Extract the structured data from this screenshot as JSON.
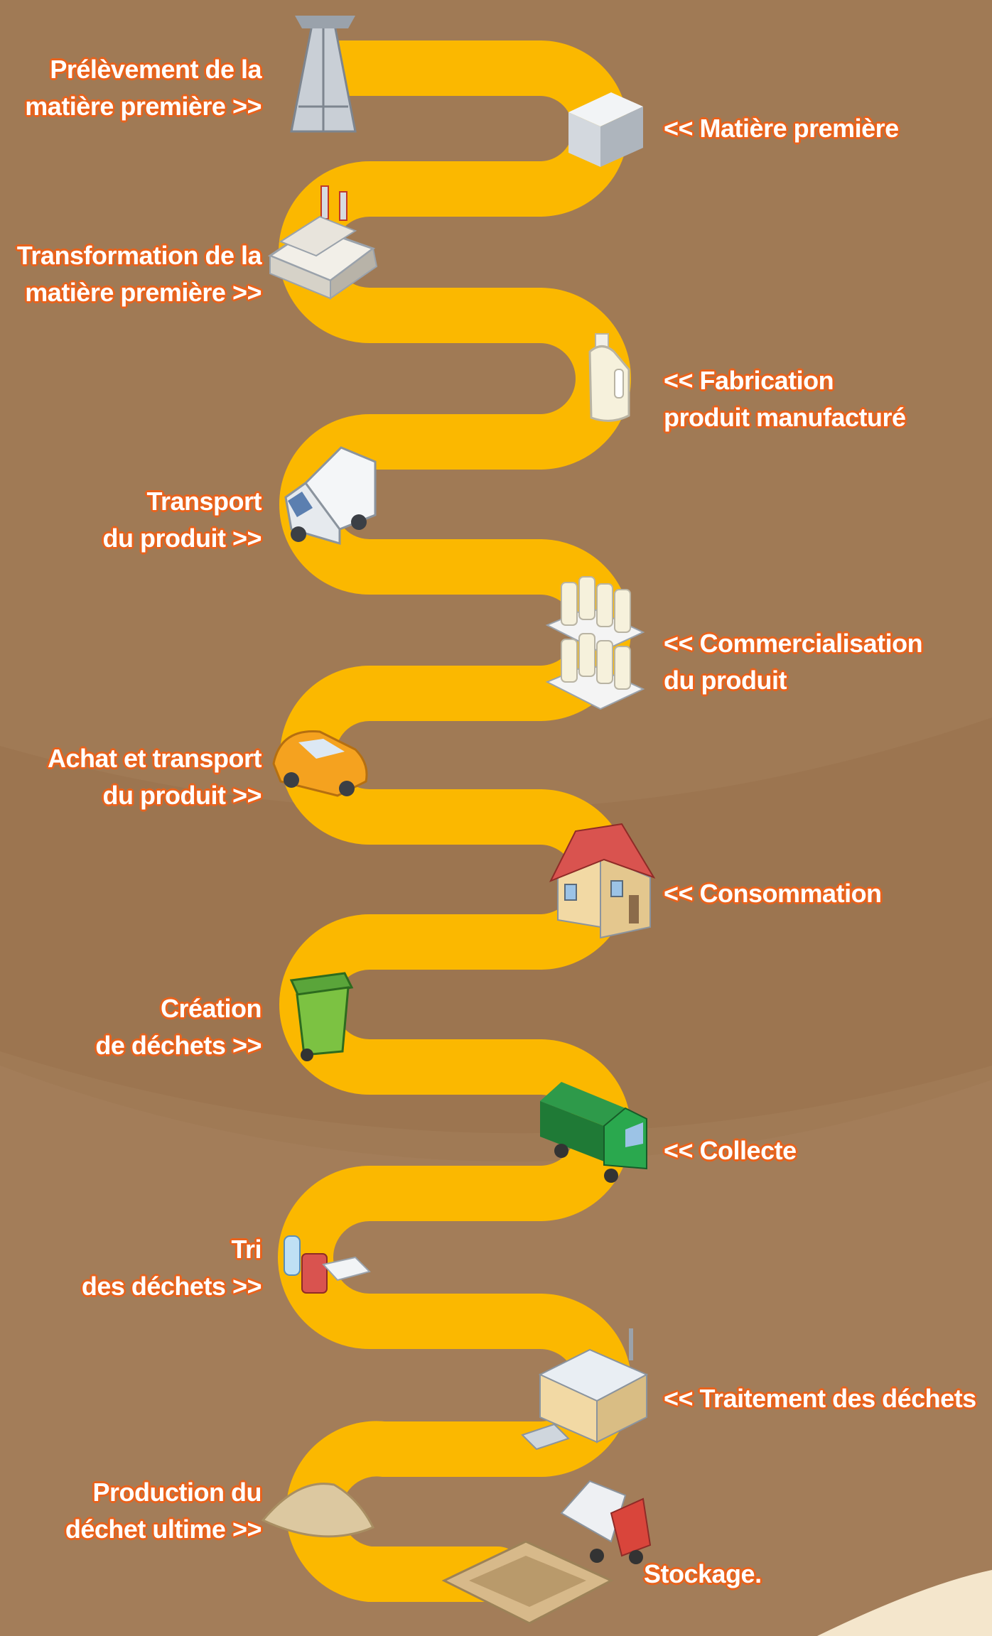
{
  "steps": [
    {
      "line1": "Prélèvement de la",
      "line2": "matière première >>",
      "icon": "oil-derrick-icon"
    },
    {
      "line1": "<< Matière première",
      "line2": "",
      "icon": "raw-material-cube-icon"
    },
    {
      "line1": "Transformation de la",
      "line2": "matière première >>",
      "icon": "factory-icon"
    },
    {
      "line1": "<< Fabrication",
      "line2": "produit manufacturé",
      "icon": "detergent-bottle-icon"
    },
    {
      "line1": "Transport",
      "line2": "du produit >>",
      "icon": "delivery-truck-icon"
    },
    {
      "line1": "<< Commercialisation",
      "line2": "du produit",
      "icon": "product-shelf-icon"
    },
    {
      "line1": "Achat et transport",
      "line2": "du produit >>",
      "icon": "car-icon"
    },
    {
      "line1": "<< Consommation",
      "line2": "",
      "icon": "house-icon"
    },
    {
      "line1": "Création",
      "line2": "de déchets >>",
      "icon": "wheelie-bin-icon"
    },
    {
      "line1": "<< Collecte",
      "line2": "",
      "icon": "garbage-truck-icon"
    },
    {
      "line1": "Tri",
      "line2": "des déchets >>",
      "icon": "sorted-waste-icon"
    },
    {
      "line1": "<< Traitement des déchets",
      "line2": "",
      "icon": "treatment-plant-icon"
    },
    {
      "line1": "Production du",
      "line2": "déchet ultime >>",
      "icon": "residue-pile-icon"
    },
    {
      "line1": "Stockage.",
      "line2": "",
      "icon": "landfill-dump-truck-icon"
    }
  ],
  "colors": {
    "background": "#a07a55",
    "path": "#fbb800",
    "label_outline": "#e8621c",
    "label_text": "#ffffff"
  }
}
